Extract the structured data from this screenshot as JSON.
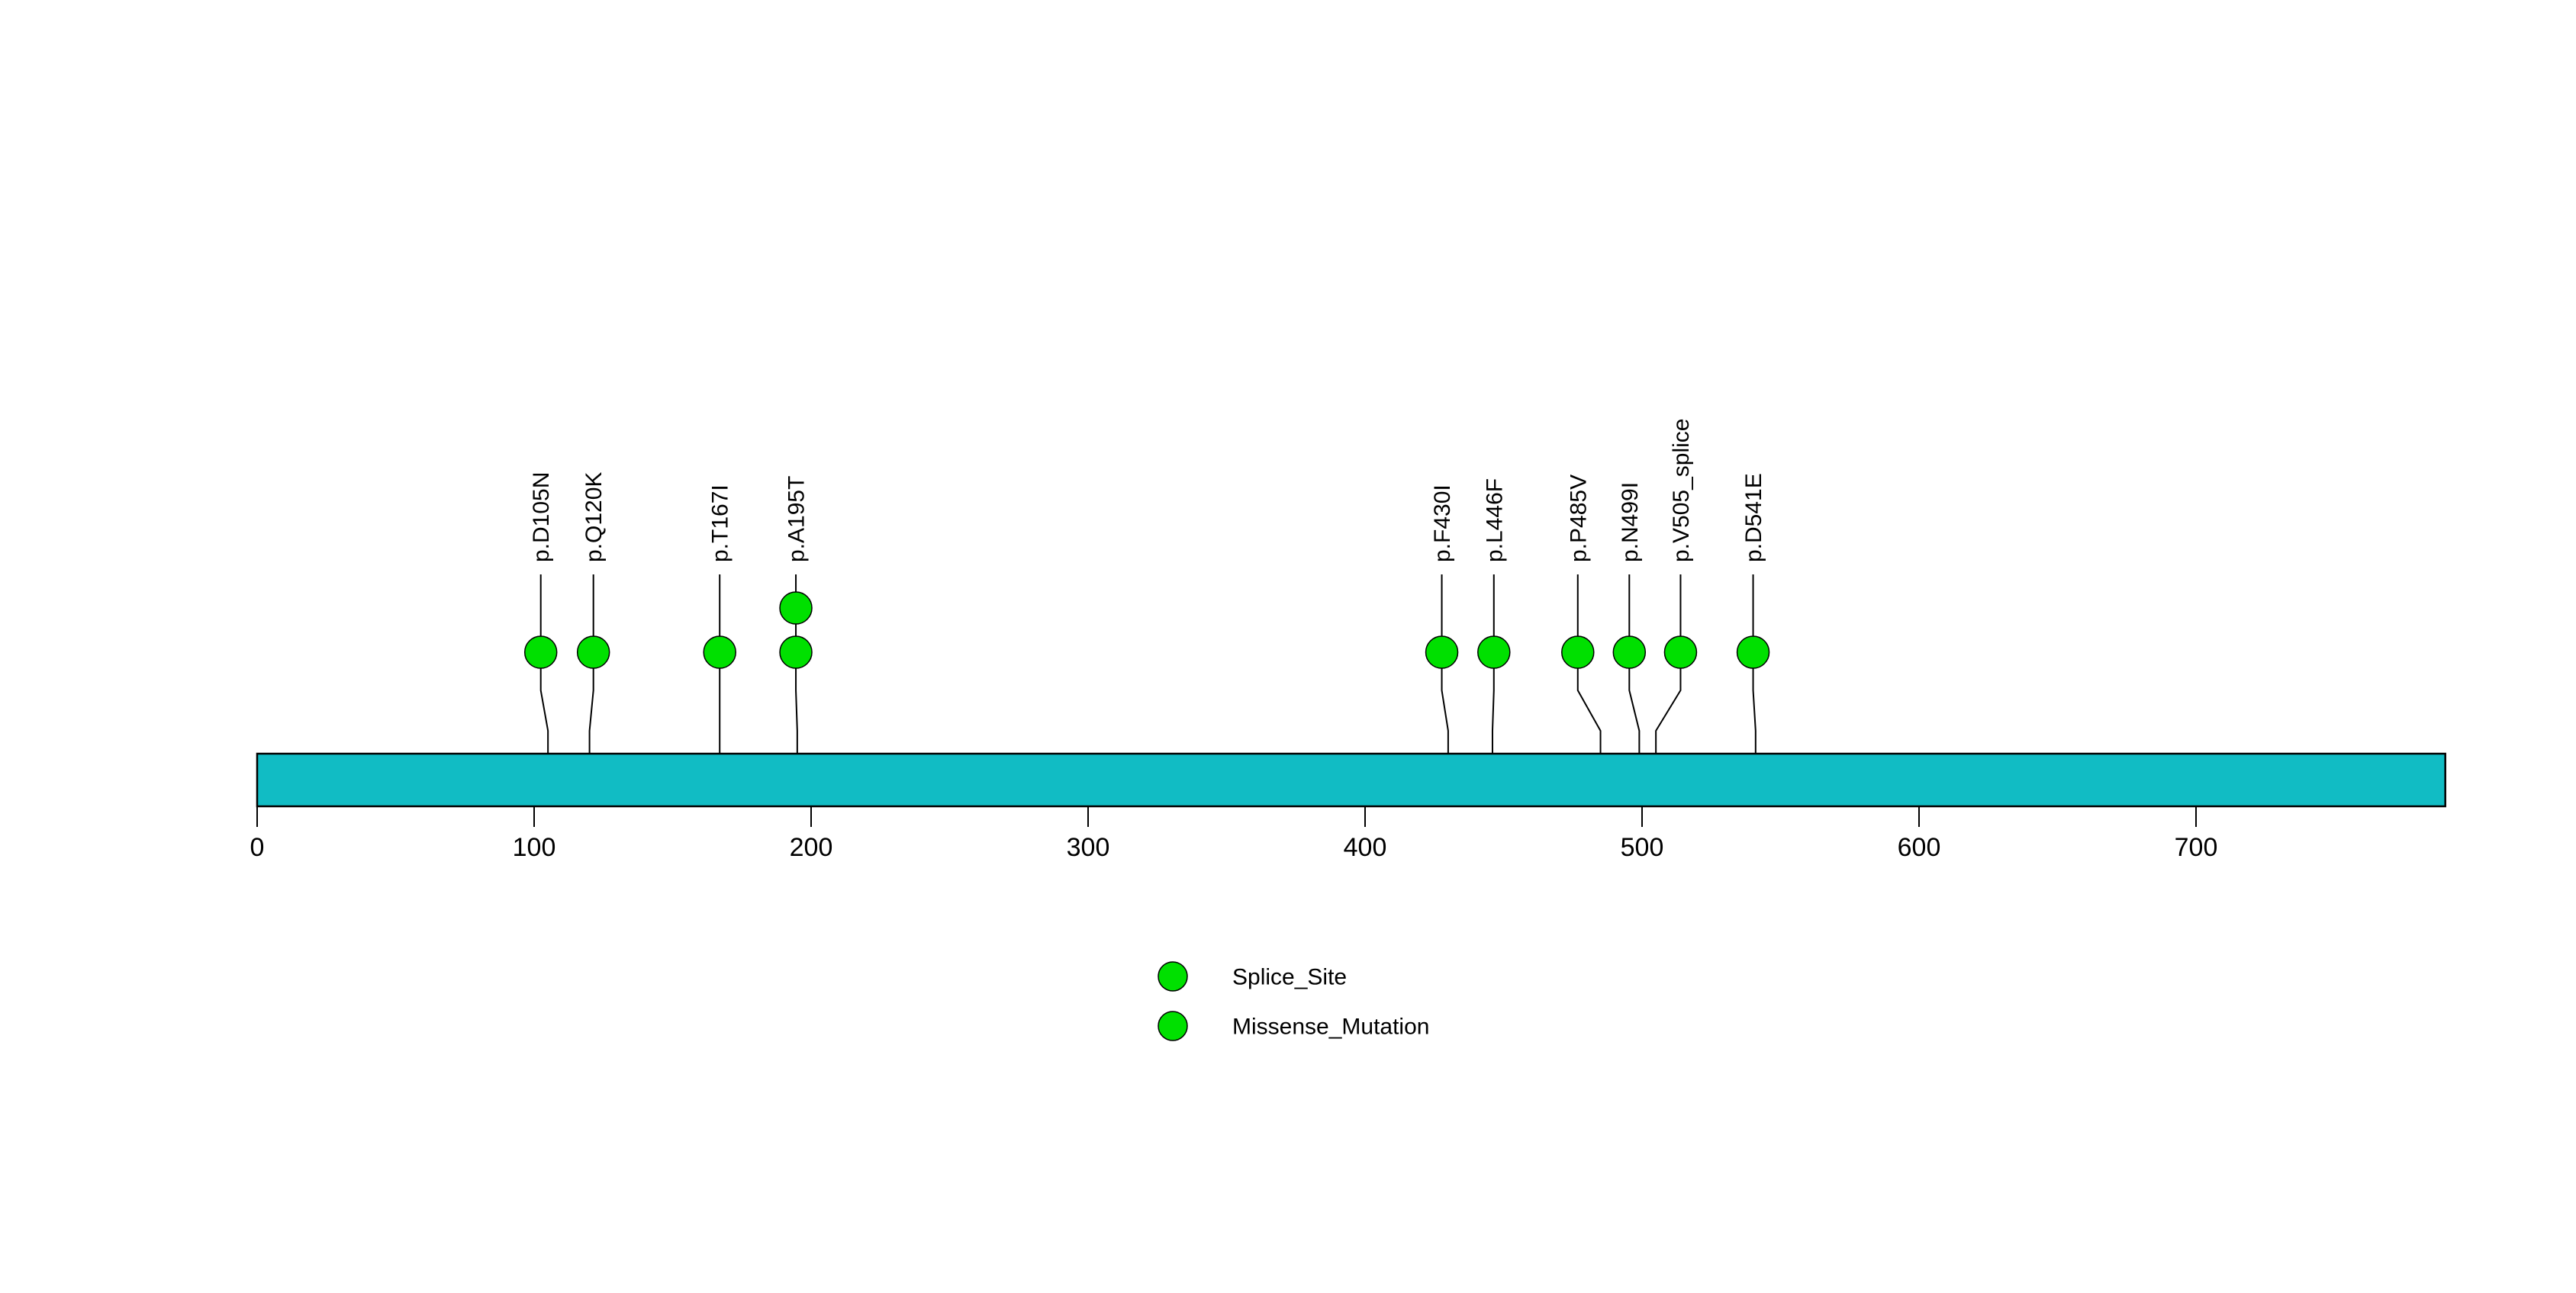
{
  "chart_data": {
    "type": "lollipop",
    "title": "",
    "xlabel": "",
    "ylabel": "",
    "grid": false,
    "axis": {
      "xlim": [
        0,
        790
      ],
      "ticks": [
        0,
        100,
        200,
        300,
        400,
        500,
        600,
        700
      ]
    },
    "protein_bar": {
      "start": 0,
      "end": 790,
      "color": "#11BCC4",
      "border_color": "#000000"
    },
    "point_color": "#00E000",
    "line_color": "#000000",
    "mutations": [
      {
        "label": "p.D105N",
        "position": 105,
        "count": 1,
        "type": "Missense_Mutation",
        "color": "#00E000",
        "lollipop_x": 102.4
      },
      {
        "label": "p.Q120K",
        "position": 120,
        "count": 1,
        "type": "Missense_Mutation",
        "color": "#00E000",
        "lollipop_x": 121.4
      },
      {
        "label": "p.T167I",
        "position": 167,
        "count": 1,
        "type": "Missense_Mutation",
        "color": "#00E000",
        "lollipop_x": 167.0
      },
      {
        "label": "p.A195T",
        "position": 195,
        "count": 2,
        "type": "Missense_Mutation",
        "color": "#00E000",
        "lollipop_x": 194.5
      },
      {
        "label": "p.F430I",
        "position": 430,
        "count": 1,
        "type": "Missense_Mutation",
        "color": "#00E000",
        "lollipop_x": 427.7
      },
      {
        "label": "p.L446F",
        "position": 446,
        "count": 1,
        "type": "Missense_Mutation",
        "color": "#00E000",
        "lollipop_x": 446.5
      },
      {
        "label": "p.P485V",
        "position": 485,
        "count": 1,
        "type": "Missense_Mutation",
        "color": "#00E000",
        "lollipop_x": 476.8
      },
      {
        "label": "p.N499I",
        "position": 499,
        "count": 1,
        "type": "Missense_Mutation",
        "color": "#00E000",
        "lollipop_x": 495.4
      },
      {
        "label": "p.V505_splice",
        "position": 505,
        "count": 1,
        "type": "Splice_Site",
        "color": "#00E000",
        "lollipop_x": 513.9
      },
      {
        "label": "p.D541E",
        "position": 541,
        "count": 1,
        "type": "Missense_Mutation",
        "color": "#00E000",
        "lollipop_x": 540.1
      }
    ],
    "legend": {
      "position": "bottom-center",
      "entries": [
        {
          "label": "Splice_Site",
          "color": "#00E000"
        },
        {
          "label": "Missense_Mutation",
          "color": "#00E000"
        }
      ]
    }
  }
}
